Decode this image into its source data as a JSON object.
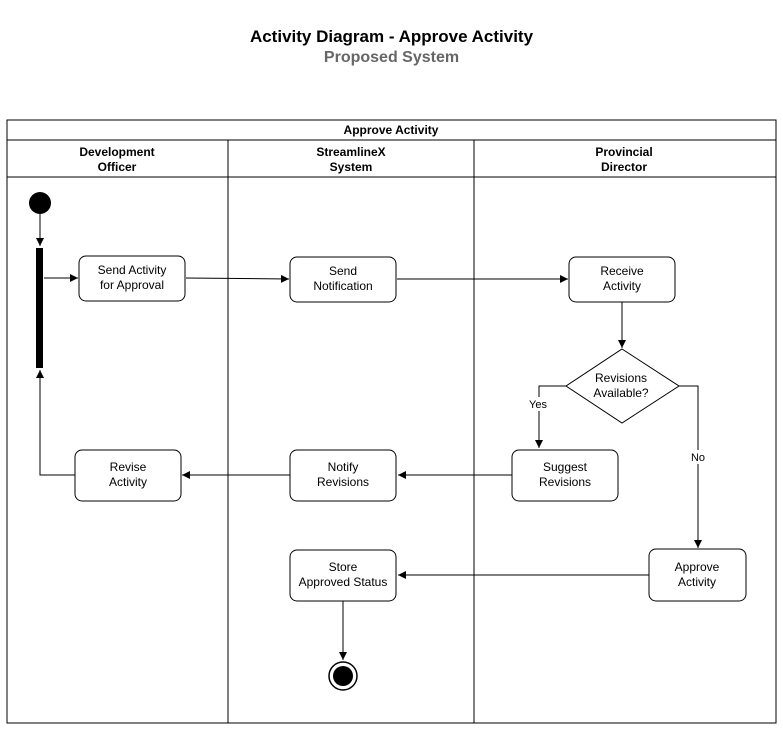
{
  "title": "Activity Diagram - Approve Activity",
  "subtitle": "Proposed System",
  "pool": {
    "label": "Approve Activity",
    "lanes": [
      {
        "line1": "Development",
        "line2": "Officer"
      },
      {
        "line1": "StreamlineX",
        "line2": "System"
      },
      {
        "line1": "Provincial",
        "line2": "Director"
      }
    ]
  },
  "nodes": {
    "send_activity": {
      "line1": "Send Activity",
      "line2": "for Approval"
    },
    "send_notification": {
      "line1": "Send",
      "line2": "Notification"
    },
    "receive_activity": {
      "line1": "Receive",
      "line2": "Activity"
    },
    "decision": {
      "line1": "Revisions",
      "line2": "Available?"
    },
    "suggest_revisions": {
      "line1": "Suggest",
      "line2": "Revisions"
    },
    "notify_revisions": {
      "line1": "Notify",
      "line2": "Revisions"
    },
    "revise_activity": {
      "line1": "Revise",
      "line2": "Activity"
    },
    "approve_activity": {
      "line1": "Approve",
      "line2": "Activity"
    },
    "store_status": {
      "line1": "Store",
      "line2": "Approved Status"
    }
  },
  "edge_labels": {
    "yes": "Yes",
    "no": "No"
  },
  "colors": {
    "stroke": "#000000",
    "fill": "#ffffff",
    "subtitle": "#666666"
  }
}
